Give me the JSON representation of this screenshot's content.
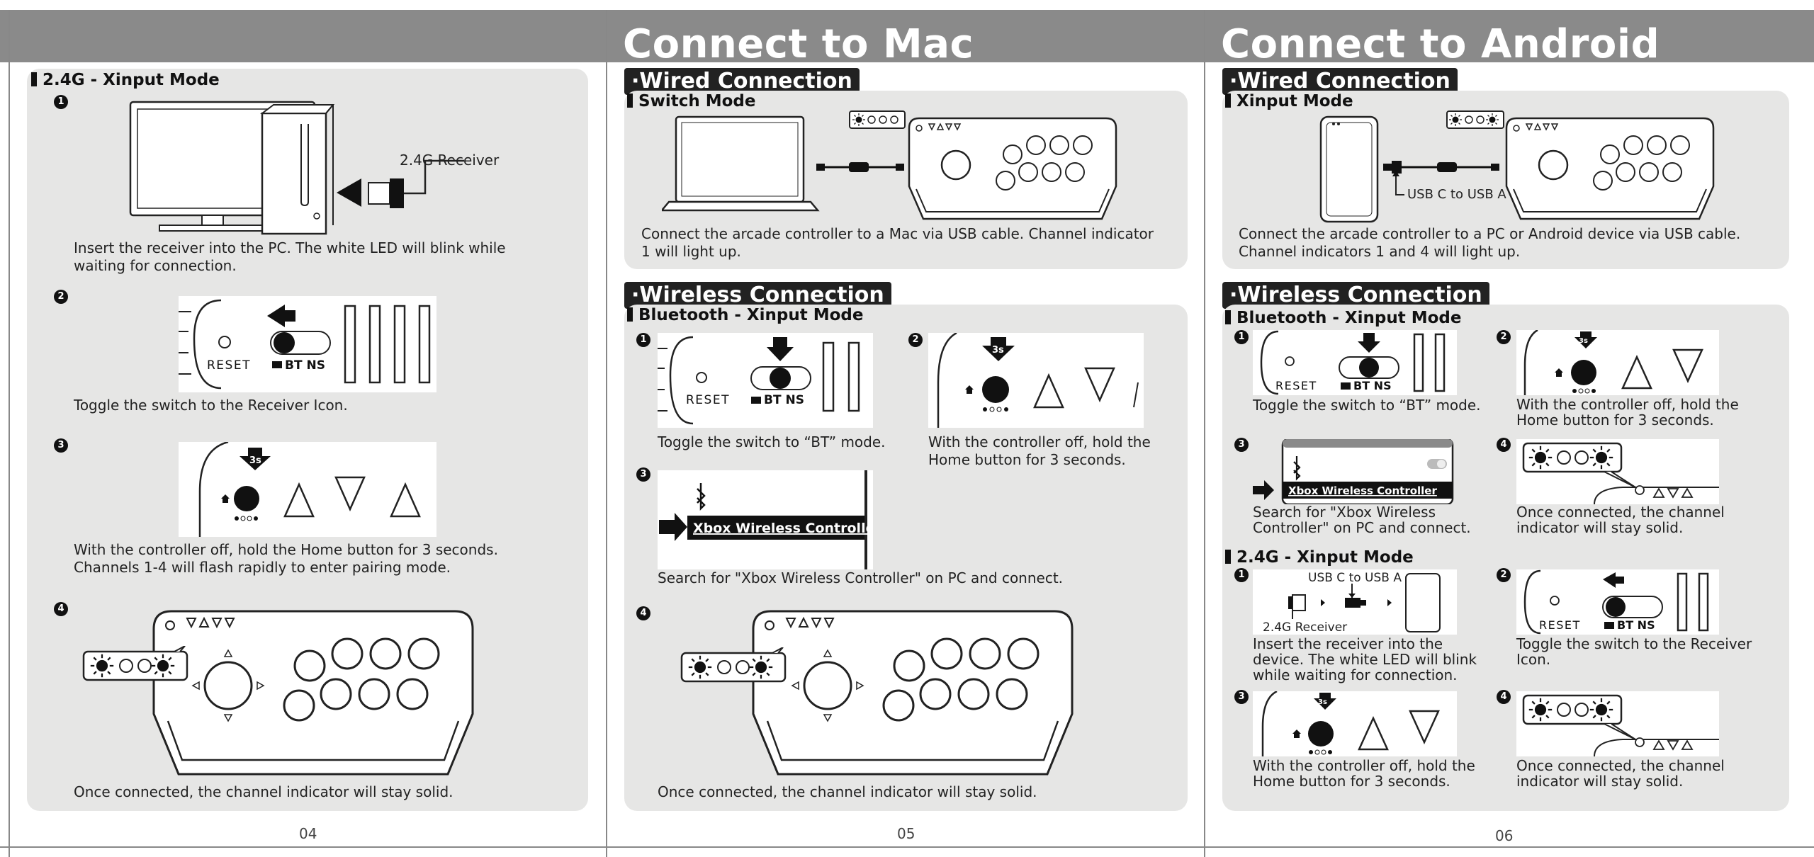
{
  "headers": {
    "mac_title": "Connect to Mac",
    "android_title": "Connect to Android"
  },
  "page4": {
    "subhead": "2.4G - Xinput Mode",
    "receiver_label": "2.4G Receiver",
    "step1_text": "Insert the receiver into the PC. The white LED will blink while waiting for connection.",
    "step2_text": "Toggle the switch to the Receiver Icon.",
    "step3_text": "With the controller off, hold the Home button for 3 seconds. Channels 1-4 will flash rapidly to enter pairing mode.",
    "step4_text": "Once connected, the channel indicator will stay solid.",
    "page_number": "04"
  },
  "page5": {
    "wired_tag": "·Wired Connection",
    "switch_mode": "Switch Mode",
    "wired_text": "Connect the arcade controller to a Mac via USB cable. Channel indicator 1 will light up.",
    "wireless_tag": "·Wireless Connection",
    "bt_mode": "Bluetooth - Xinput Mode",
    "step1_text": "Toggle the switch to “BT” mode.",
    "step2_text": "With the controller off, hold the Home button for 3 seconds.",
    "step3_text": "Search for \"Xbox Wireless Controller\" on PC and connect.",
    "step4_text": "Once connected, the channel indicator will stay solid.",
    "xbox_label": "Xbox Wireless Controller",
    "page_number": "05"
  },
  "page6": {
    "wired_tag": "·Wired Connection",
    "xinput_mode": "Xinput Mode",
    "usb_label": "USB C to USB A",
    "wired_text": "Connect the arcade controller to a PC or Android device via USB cable. Channel indicators 1 and 4 will light up.",
    "wireless_tag": "·Wireless Connection",
    "bt_mode": "Bluetooth - Xinput Mode",
    "bt_step1": "Toggle the switch to “BT” mode.",
    "bt_step2": "With the controller off, hold the Home button for 3 seconds.",
    "bt_step3": "Search for \"Xbox Wireless Controller\" on PC and connect.",
    "bt_step4": "Once connected, the channel indicator will stay solid.",
    "xbox_label": "Xbox Wireless Controller",
    "g24_mode": "2.4G - Xinput Mode",
    "g24_usb_label": "USB C to USB A",
    "g24_receiver_label": "2.4G Receiver",
    "g24_step1": "Insert the receiver into the device. The white LED will blink while waiting for connection.",
    "g24_step2": "Toggle the switch to the Receiver Icon.",
    "g24_step3": "With the controller off, hold the Home button for 3 seconds.",
    "g24_step4": "Once connected, the channel indicator will stay solid.",
    "page_number": "06"
  },
  "labels": {
    "reset": "RESET",
    "bt_ns": "BT NS",
    "three_s": "3s",
    "n1": "1",
    "n2": "2",
    "n3": "3",
    "n4": "4"
  },
  "colors": {
    "header": "#8a8a8a",
    "panel": "#e6e6e5",
    "ink": "#111111"
  }
}
